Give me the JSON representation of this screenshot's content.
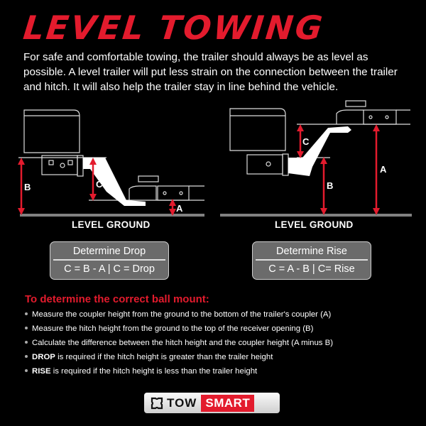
{
  "header": {
    "title": "LEVEL TOWING",
    "intro": "For safe and comfortable towing, the trailer should always be as level as possible. A level trailer will put less strain on the connection between the trailer and hitch. It will also help the trailer stay in line behind the vehicle."
  },
  "diagrams": {
    "left": {
      "ground_label": "LEVEL GROUND",
      "labels": {
        "a": "A",
        "b": "B",
        "c": "C"
      }
    },
    "right": {
      "ground_label": "LEVEL GROUND",
      "labels": {
        "a": "A",
        "b": "B",
        "c": "C"
      }
    }
  },
  "formulas": {
    "drop": {
      "heading": "Determine Drop",
      "equation": "C = B - A | C = Drop"
    },
    "rise": {
      "heading": "Determine Rise",
      "equation": "C = A - B | C= Rise"
    }
  },
  "steps": {
    "title": "To determine the correct ball mount:",
    "items": [
      {
        "bold": "",
        "text": "Measure the coupler height from the ground to the bottom of the trailer's coupler (A)"
      },
      {
        "bold": "",
        "text": "Measure the hitch height from the ground to the top of the receiver opening (B)"
      },
      {
        "bold": "",
        "text": "Calculate the difference between the hitch height and the coupler height (A minus B)"
      },
      {
        "bold": "DROP",
        "text": " is required if the hitch height is greater than the trailer height"
      },
      {
        "bold": "RISE",
        "text": " is required if the hitch height is less than the trailer height"
      }
    ]
  },
  "brand": {
    "part1": "TOW",
    "part2": "SMART",
    "accent": "#e31b2d"
  },
  "colors": {
    "accent": "#e31b2d",
    "ground": "#808080",
    "panel": "#6b6b6b"
  }
}
